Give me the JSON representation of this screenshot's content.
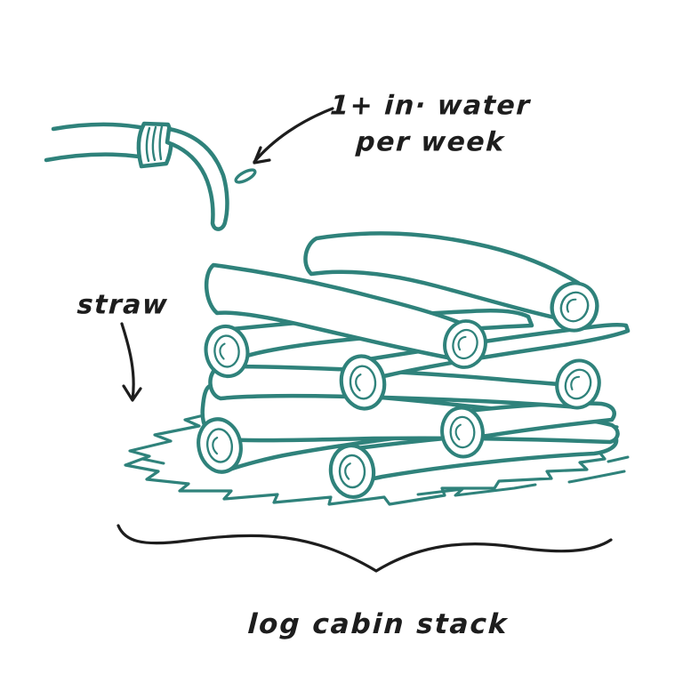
{
  "scene": {
    "kind": "hand-drawn gardening illustration",
    "caption": "log cabin stack",
    "labels": {
      "water_line1": "1+ in· water",
      "water_line2": "per week",
      "straw": "straw"
    },
    "colors": {
      "ink_teal": "#2f827b",
      "ink_black": "#1d1d1d",
      "background": "#ffffff"
    },
    "icons": {
      "hose": "garden-hose-icon",
      "water_stream": "water-stream-icon",
      "droplet": "water-droplet-icon",
      "water_arrow": "arrow-down-left-icon",
      "straw_arrow": "arrow-down-icon",
      "straw_bed": "straw-bed-icon",
      "log_stack": "log-stack-icon",
      "brace": "curly-brace-icon"
    }
  }
}
